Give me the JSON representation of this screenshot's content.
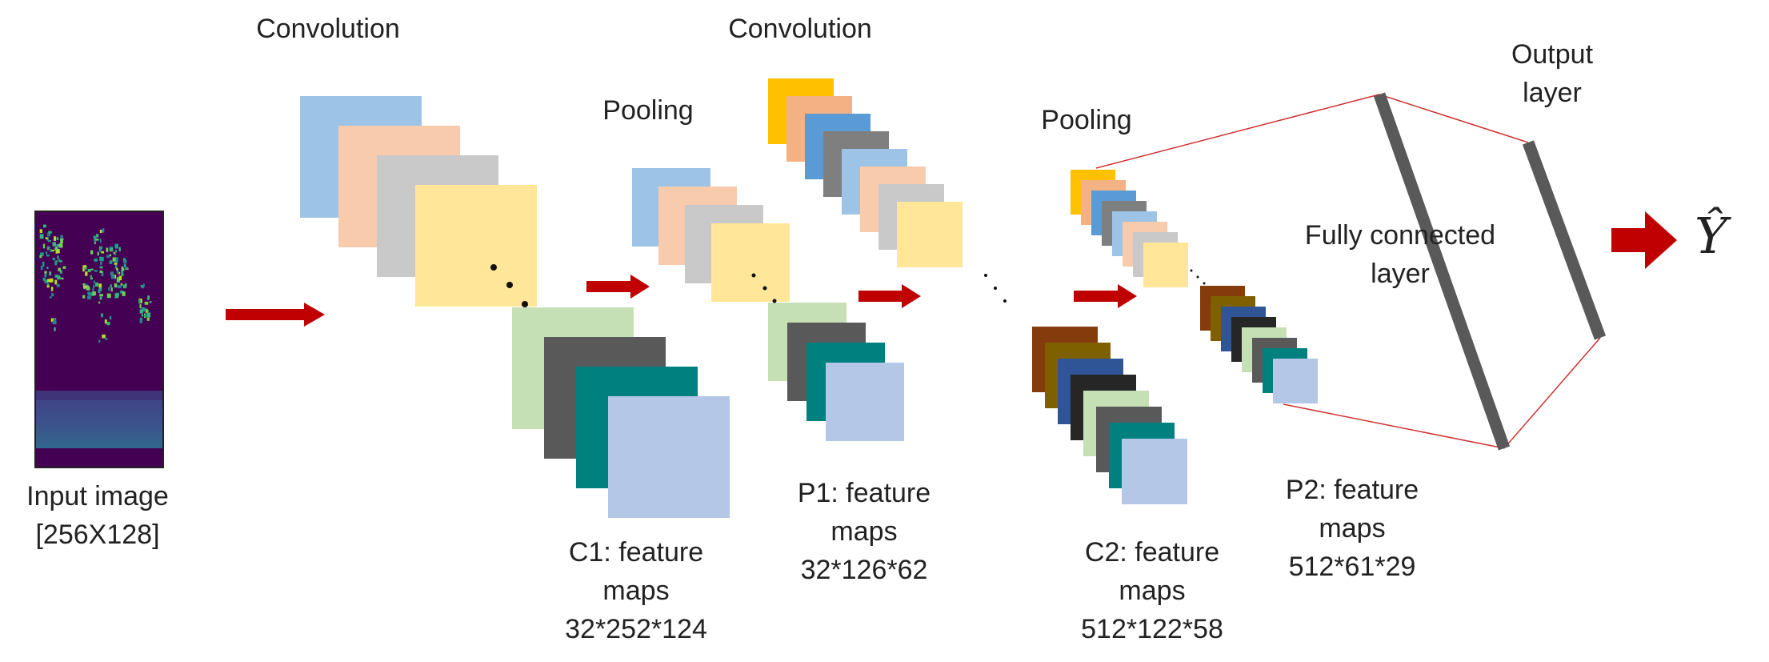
{
  "colors": {
    "arrow": "#c00000",
    "connector": "#d03030",
    "bar": "#595959",
    "pool1": [
      "#9dc3e6",
      "#f8cbad",
      "#c9c9c9",
      "#ffe699"
    ],
    "pool2": [
      "#ffc000",
      "#f4b183",
      "#5b9bd5",
      "#7f7f7f",
      "#9dc3e6",
      "#f8cbad",
      "#c9c9c9",
      "#ffe699"
    ],
    "conv1": [
      "#c5e0b4",
      "#595959",
      "#00807f",
      "#b4c7e7"
    ],
    "conv2": [
      "#843c0c",
      "#7f6000",
      "#2f5597",
      "#262626",
      "#c5e0b4",
      "#595959",
      "#00807f",
      "#b4c7e7"
    ],
    "spectrogram_bg": "#440154"
  },
  "labels": {
    "input": {
      "line1": "Input image",
      "line2": "[256X128]"
    },
    "convolution_1": "Convolution",
    "convolution_2": "Convolution",
    "pooling_1": "Pooling",
    "pooling_2": "Pooling",
    "c1": {
      "line1": "C1: feature",
      "line2": "maps",
      "line3": "32*252*124"
    },
    "p1": {
      "line1": "P1: feature",
      "line2": "maps",
      "line3": "32*126*62"
    },
    "c2": {
      "line1": "C2: feature",
      "line2": "maps",
      "line3": "512*122*58"
    },
    "p2": {
      "line1": "P2: feature",
      "line2": "maps",
      "line3": "512*61*29"
    },
    "fully_connected": {
      "line1": "Fully connected",
      "line2": "layer"
    },
    "output": {
      "line1": "Output",
      "line2": "layer"
    },
    "prediction": "Ŷ"
  }
}
